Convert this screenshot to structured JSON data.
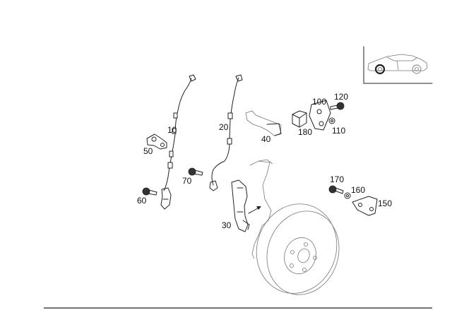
{
  "diagram": {
    "callouts": [
      {
        "id": "p10",
        "text": "10"
      },
      {
        "id": "p20",
        "text": "20"
      },
      {
        "id": "p30",
        "text": "30"
      },
      {
        "id": "p40",
        "text": "40"
      },
      {
        "id": "p50",
        "text": "50"
      },
      {
        "id": "p60",
        "text": "60"
      },
      {
        "id": "p70",
        "text": "70"
      },
      {
        "id": "p100",
        "text": "100"
      },
      {
        "id": "p110",
        "text": "110"
      },
      {
        "id": "p120",
        "text": "120"
      },
      {
        "id": "p150",
        "text": "150"
      },
      {
        "id": "p160",
        "text": "160"
      },
      {
        "id": "p170",
        "text": "170"
      },
      {
        "id": "p180",
        "text": "180"
      }
    ]
  }
}
